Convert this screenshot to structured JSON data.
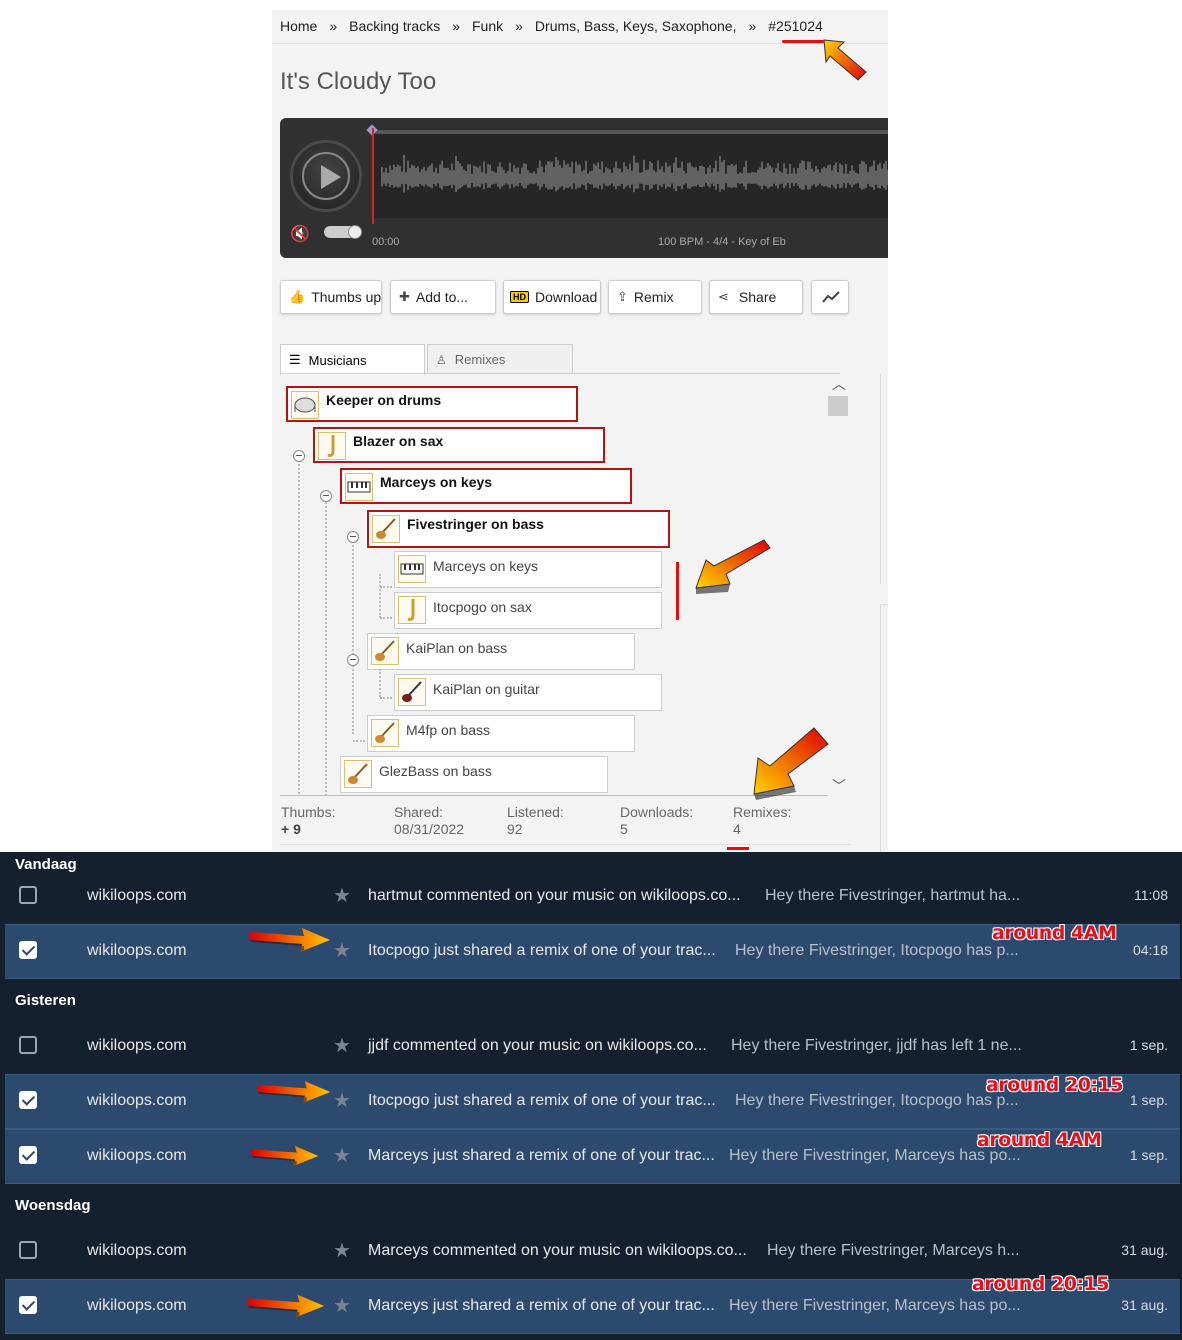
{
  "breadcrumb": {
    "items": [
      "Home",
      "Backing tracks",
      "Funk",
      "Drums, Bass, Keys, Saxophone,",
      "#251024"
    ],
    "separator": "»"
  },
  "track": {
    "title": "It's Cloudy Too",
    "time": "00:00",
    "info": "100 BPM -  4/4  - Key of Eb"
  },
  "actions": {
    "thumbs_up": "Thumbs up",
    "add_to": "Add to...",
    "hd_badge": "HD",
    "download": "Download",
    "remix": "Remix",
    "share": "Share"
  },
  "tabs": {
    "musicians": "Musicians",
    "remixes": "Remixes"
  },
  "tree": {
    "nodes": [
      {
        "label": "Keeper on drums",
        "instrument": "drums-icon",
        "highlighted": true
      },
      {
        "label": "Blazer on sax",
        "instrument": "sax-icon",
        "highlighted": true
      },
      {
        "label": "Marceys on keys",
        "instrument": "keys-icon",
        "highlighted": true
      },
      {
        "label": "Fivestringer on bass",
        "instrument": "bass-icon",
        "highlighted": true
      },
      {
        "label": "Marceys on keys",
        "instrument": "keys-icon",
        "highlighted": false
      },
      {
        "label": "Itocpogo on sax",
        "instrument": "sax-icon",
        "highlighted": false
      },
      {
        "label": "KaiPlan on bass",
        "instrument": "bass-icon",
        "highlighted": false
      },
      {
        "label": "KaiPlan on guitar",
        "instrument": "guitar-icon",
        "highlighted": false
      },
      {
        "label": "M4fp on bass",
        "instrument": "bass-icon",
        "highlighted": false
      },
      {
        "label": "GlezBass on bass",
        "instrument": "bass-icon",
        "highlighted": false
      }
    ]
  },
  "stats": {
    "thumbs": {
      "label": "Thumbs:",
      "value": "+ 9"
    },
    "shared": {
      "label": "Shared:",
      "value": "08/31/2022"
    },
    "listened": {
      "label": "Listened:",
      "value": "92"
    },
    "downloads": {
      "label": "Downloads:",
      "value": "5"
    },
    "remixes": {
      "label": "Remixes:",
      "value": "4"
    }
  },
  "mail": {
    "groups": [
      "Vandaag",
      "Gisteren",
      "Woensdag"
    ],
    "rows": [
      {
        "sender": "wikiloops.com",
        "subject": "hartmut commented on your music on wikiloops.co...",
        "snippet": "Hey there Fivestringer, hartmut ha...",
        "date": "11:08",
        "selected": false
      },
      {
        "sender": "wikiloops.com",
        "subject": "Itocpogo just shared a remix of one of your trac...",
        "snippet": "Hey there Fivestringer, Itocpogo has p...",
        "date": "04:18",
        "selected": true
      },
      {
        "sender": "wikiloops.com",
        "subject": "jjdf commented on your music on wikiloops.co...",
        "snippet": "Hey there Fivestringer, jjdf has left 1 ne...",
        "date": "1 sep.",
        "selected": false
      },
      {
        "sender": "wikiloops.com",
        "subject": "Itocpogo just shared a remix of one of your trac...",
        "snippet": "Hey there Fivestringer, Itocpogo has p...",
        "date": "1 sep.",
        "selected": true
      },
      {
        "sender": "wikiloops.com",
        "subject": "Marceys just shared a remix of one of your trac...",
        "snippet": "Hey there Fivestringer, Marceys has po...",
        "date": "1 sep.",
        "selected": true
      },
      {
        "sender": "wikiloops.com",
        "subject": "Marceys commented on your music on wikiloops.co...",
        "snippet": "Hey there Fivestringer, Marceys h...",
        "date": "31 aug.",
        "selected": false
      },
      {
        "sender": "wikiloops.com",
        "subject": "Marceys just shared a remix of one of your trac...",
        "snippet": "Hey there Fivestringer, Marceys has po...",
        "date": "31 aug.",
        "selected": true
      }
    ]
  },
  "annotations": [
    "around 4AM",
    "around 20:15",
    "around 4AM",
    "around 20:15"
  ],
  "colors": {
    "highlight_border": "#b11111",
    "mail_bg": "#14202e",
    "mail_selected": "#2c4a6e",
    "annotation_red": "#e4101c"
  }
}
